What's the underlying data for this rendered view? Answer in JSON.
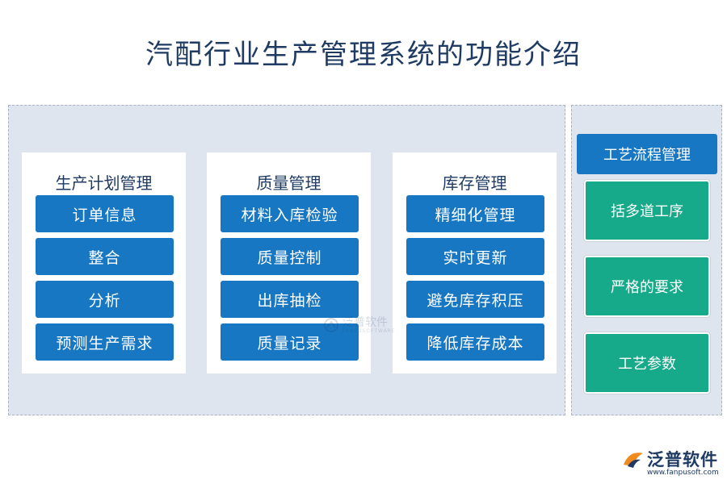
{
  "title": "汽配行业生产管理系统的功能介绍",
  "modules": [
    {
      "title": "生产计划管理",
      "items": [
        "订单信息",
        "整合",
        "分析",
        "预测生产需求"
      ]
    },
    {
      "title": "质量管理",
      "items": [
        "材料入库检验",
        "质量控制",
        "出库抽检",
        "质量记录"
      ]
    },
    {
      "title": "库存管理",
      "items": [
        "精细化管理",
        "实时更新",
        "避免库存积压",
        "降低库存成本"
      ]
    }
  ],
  "side": {
    "header": "工艺流程管理",
    "items": [
      "括多道工序",
      "严格的要求",
      "工艺参数"
    ]
  },
  "watermark": {
    "name": "泛普软件",
    "sub": "FANPUSOFTWARE"
  },
  "logo": {
    "name": "泛普软件",
    "url": "www.fanpusoft.com"
  },
  "colors": {
    "title": "#1f3b63",
    "blue": "#1877c3",
    "green": "#16a98a",
    "panel": "#dfe5ef"
  }
}
